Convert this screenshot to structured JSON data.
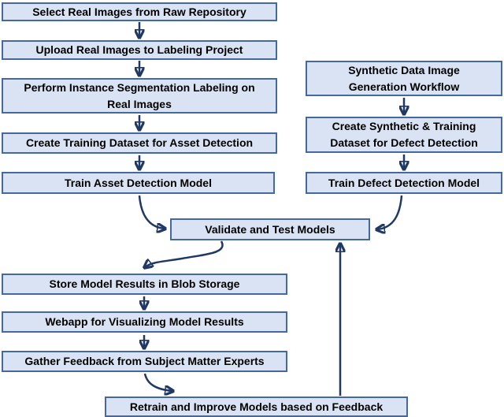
{
  "diagram": {
    "nodes": [
      {
        "id": "select-real-images",
        "label": "Select Real Images from Raw Repository"
      },
      {
        "id": "upload-real-images",
        "label": "Upload Real Images to Labeling Project"
      },
      {
        "id": "instance-segmentation",
        "label": "Perform Instance Segmentation Labeling on Real Images",
        "lines": [
          "Perform Instance Segmentation Labeling on",
          "Real Images"
        ]
      },
      {
        "id": "training-dataset-asset",
        "label": "Create Training Dataset for Asset Detection"
      },
      {
        "id": "train-asset-model",
        "label": "Train Asset Detection Model"
      },
      {
        "id": "synthetic-workflow",
        "label": "Synthetic Data Image Generation Workflow",
        "lines": [
          "Synthetic Data Image",
          "Generation Workflow"
        ]
      },
      {
        "id": "synthetic-dataset-defect",
        "label": "Create Synthetic & Training Dataset for Defect Detection",
        "lines": [
          "Create Synthetic & Training",
          "Dataset for Defect Detection"
        ]
      },
      {
        "id": "train-defect-model",
        "label": "Train Defect Detection Model"
      },
      {
        "id": "validate-test",
        "label": "Validate and Test Models"
      },
      {
        "id": "store-results",
        "label": "Store Model Results in Blob Storage"
      },
      {
        "id": "webapp",
        "label": "Webapp for Visualizing Model Results"
      },
      {
        "id": "gather-feedback",
        "label": "Gather Feedback from Subject Matter Experts"
      },
      {
        "id": "retrain",
        "label": "Retrain and Improve Models based on Feedback"
      }
    ],
    "edges": [
      {
        "from": "select-real-images",
        "to": "upload-real-images"
      },
      {
        "from": "upload-real-images",
        "to": "instance-segmentation"
      },
      {
        "from": "instance-segmentation",
        "to": "training-dataset-asset"
      },
      {
        "from": "training-dataset-asset",
        "to": "train-asset-model"
      },
      {
        "from": "synthetic-workflow",
        "to": "synthetic-dataset-defect"
      },
      {
        "from": "synthetic-dataset-defect",
        "to": "train-defect-model"
      },
      {
        "from": "train-asset-model",
        "to": "validate-test"
      },
      {
        "from": "train-defect-model",
        "to": "validate-test"
      },
      {
        "from": "validate-test",
        "to": "store-results"
      },
      {
        "from": "store-results",
        "to": "webapp"
      },
      {
        "from": "webapp",
        "to": "gather-feedback"
      },
      {
        "from": "gather-feedback",
        "to": "retrain"
      },
      {
        "from": "retrain",
        "to": "validate-test"
      }
    ],
    "colors": {
      "box_fill": "#dae3f3",
      "box_border": "#44699e",
      "arrow": "#1f3864",
      "text": "#000000",
      "background": "#ffffff"
    }
  }
}
